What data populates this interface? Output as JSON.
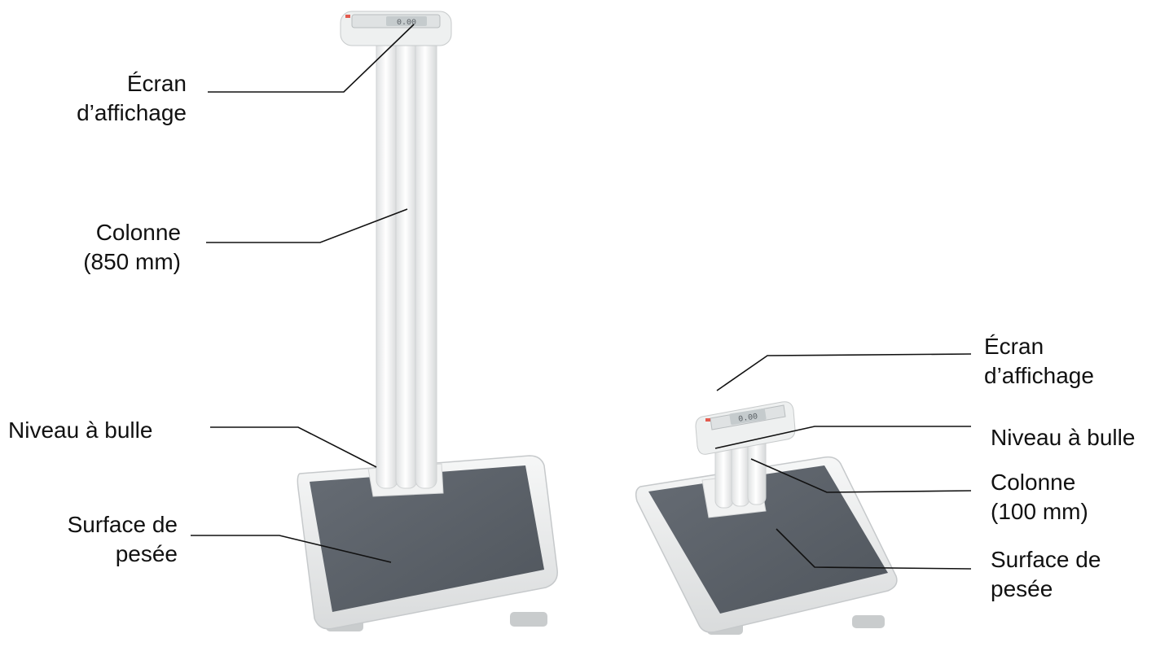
{
  "tall_scale": {
    "display_screen": {
      "line1": "Écran",
      "line2": "d’affichage",
      "readout": "0.00"
    },
    "column": {
      "line1": "Colonne",
      "line2": "(850 mm)"
    },
    "spirit_level": {
      "label": "Niveau à bulle"
    },
    "weighing_surface": {
      "line1": "Surface de",
      "line2": "pesée"
    }
  },
  "short_scale": {
    "display_screen": {
      "line1": "Écran",
      "line2": "d’affichage",
      "readout": "0.00"
    },
    "spirit_level": {
      "label": "Niveau à bulle"
    },
    "column": {
      "line1": "Colonne",
      "line2": "(100 mm)"
    },
    "weighing_surface": {
      "line1": "Surface de",
      "line2": "pesée"
    }
  },
  "colors": {
    "platform_mat": "#5a6068",
    "housing": "#f3f4f4",
    "leader_line": "#111111"
  }
}
